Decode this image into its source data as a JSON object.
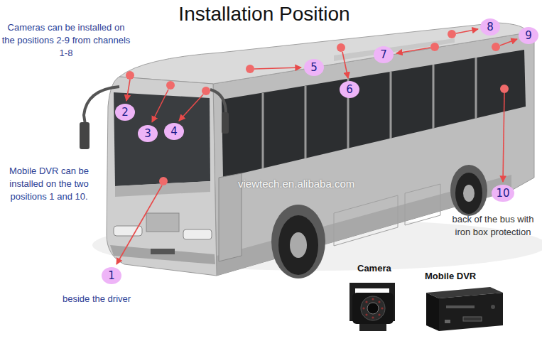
{
  "diagram": {
    "title": "Installation Position",
    "nodes": [
      {
        "text": [
          "1"
        ]
      },
      {
        "text": [
          "2"
        ]
      },
      {
        "text": [
          "3"
        ]
      },
      {
        "text": [
          "4"
        ]
      },
      {
        "text": [
          "5"
        ]
      },
      {
        "text": [
          "6"
        ]
      },
      {
        "text": [
          "7"
        ]
      },
      {
        "text": [
          "8"
        ]
      },
      {
        "text": [
          "9"
        ]
      },
      {
        "text": [
          "10"
        ]
      }
    ],
    "labels": [
      "Cameras can be installed on the positions 2-9 from channels 1-8",
      "Mobile DVR can be installed on the two positions 1 and 10.",
      "beside the driver",
      "back of the bus with iron box protection",
      "viewtech.en.alibaba.com",
      "Camera",
      "Mobile DVR"
    ]
  }
}
